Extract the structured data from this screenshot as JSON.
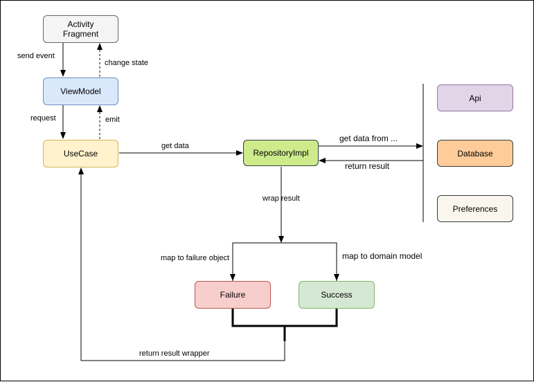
{
  "colors": {
    "neutral_fill": "#f5f5f5",
    "neutral_stroke": "#666666",
    "blue_fill": "#dae8fc",
    "blue_stroke": "#6c8ebf",
    "yellow_fill": "#fff2cc",
    "yellow_stroke": "#d6b656",
    "green_fill": "#d5e8d4",
    "green_stroke": "#82b366",
    "lime_fill": "#cdeb8b",
    "lime_stroke": "#36393d",
    "purple_fill": "#e1d5e7",
    "purple_stroke": "#9673a6",
    "orange_fill": "#ffcc99",
    "orange_stroke": "#36393d",
    "cream_fill": "#f9f7ed",
    "cream_stroke": "#36393d",
    "red_fill": "#f8cecc",
    "red_stroke": "#b85450"
  },
  "nodes": {
    "activity": "Activity\nFragment",
    "viewmodel": "ViewModel",
    "usecase": "UseCase",
    "repository": "RepositoryImpl",
    "api": "Api",
    "database": "Database",
    "preferences": "Preferences",
    "failure": "Failure",
    "success": "Success"
  },
  "edges": {
    "send_event": "send event",
    "change_state": "change state",
    "request": "request",
    "emit": "emit",
    "get_data": "get data",
    "get_data_from": "get data from ...",
    "return_result": "return result",
    "wrap_result": "wrap result",
    "map_failure": "map to failure object",
    "map_domain": "map to domain model",
    "return_wrapper": "return result wrapper"
  }
}
